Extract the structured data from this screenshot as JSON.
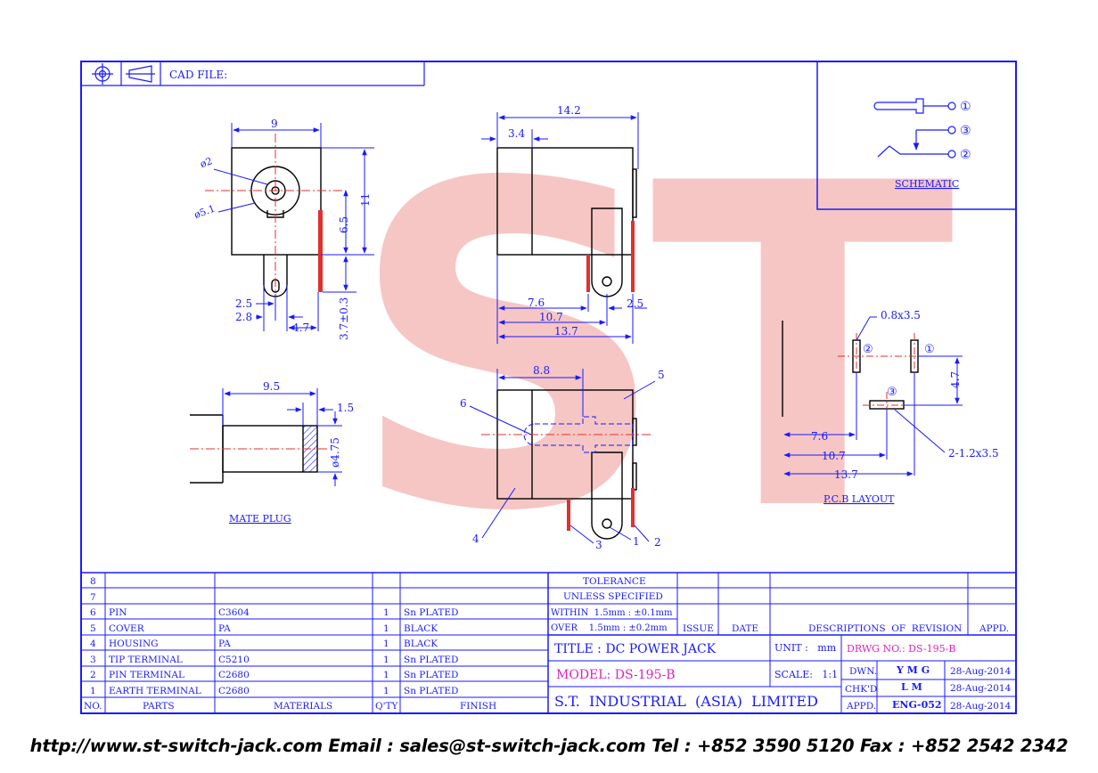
{
  "header": {
    "cad_file_label": "CAD FILE:"
  },
  "colors": {
    "line": "#1a1aff",
    "red": "#e03030",
    "magenta": "#e020c0",
    "watermark": "#f4b9b6"
  },
  "watermark": {
    "text": "ST"
  },
  "schematic": {
    "pins": [
      "①",
      "③",
      "②"
    ],
    "label": "SCHEMATIC"
  },
  "views": {
    "front": {
      "width": "9",
      "hole": "ø2",
      "outer": "ø5.1",
      "height": "11",
      "center": "6.5",
      "pin_len": "3.7±0.3",
      "d1": "2.5",
      "d2": "2.8",
      "d3": "4.7"
    },
    "side": {
      "top": "14.2",
      "offset": "3.4",
      "b1": "7.6",
      "b2": "10.7",
      "b3": "13.7",
      "b4": "2.5"
    },
    "plug": {
      "length": "9.5",
      "tip": "1.5",
      "dia": "ø4.75",
      "label": "MATE PLUG"
    },
    "assembly": {
      "len": "8.8",
      "callouts": [
        "1",
        "2",
        "3",
        "4",
        "5",
        "6"
      ]
    },
    "pcb": {
      "slot": "0.8x3.5",
      "pitch": "4.7",
      "d1": "7.6",
      "d2": "10.7",
      "d3": "13.7",
      "holes": "2-1.2x3.5",
      "pins": [
        "②",
        "①",
        "③"
      ],
      "label": "P.C.B LAYOUT"
    }
  },
  "bom": {
    "headers": {
      "no": "NO.",
      "parts": "PARTS",
      "materials": "MATERIALS",
      "qty": "Q'TY",
      "finish": "FINISH"
    },
    "rows": [
      {
        "no": "8",
        "part": "",
        "material": "",
        "qty": "",
        "finish": ""
      },
      {
        "no": "7",
        "part": "",
        "material": "",
        "qty": "",
        "finish": ""
      },
      {
        "no": "6",
        "part": "PIN",
        "material": "C3604",
        "qty": "1",
        "finish": "Sn PLATED"
      },
      {
        "no": "5",
        "part": "COVER",
        "material": "PA",
        "qty": "1",
        "finish": "BLACK"
      },
      {
        "no": "4",
        "part": "HOUSING",
        "material": "PA",
        "qty": "1",
        "finish": "BLACK"
      },
      {
        "no": "3",
        "part": "TIP TERMINAL",
        "material": "C5210",
        "qty": "1",
        "finish": "Sn PLATED"
      },
      {
        "no": "2",
        "part": "PIN TERMINAL",
        "material": "C2680",
        "qty": "1",
        "finish": "Sn PLATED"
      },
      {
        "no": "1",
        "part": "EARTH TERMINAL",
        "material": "C2680",
        "qty": "1",
        "finish": "Sn PLATED"
      }
    ]
  },
  "tolerance": {
    "line1": "TOLERANCE",
    "line2": "UNLESS  SPECIFIED",
    "within": "WITHIN  1.5mm : ±0.1mm",
    "over": "OVER    1.5mm : ±0.2mm"
  },
  "revision": {
    "issue": "ISSUE",
    "date": "DATE",
    "descriptions": "DESCRIPTIONS  OF  REVISION",
    "appd": "APPD."
  },
  "title_block": {
    "title": "TITLE : DC POWER JACK",
    "unit": "UNIT :   mm",
    "drwg_no": "DRWG NO.: DS-195-B",
    "model": "MODEL: DS-195-B",
    "scale": "SCALE:   1:1",
    "company": "S.T.  INDUSTRIAL  (ASIA)  LIMITED",
    "dwn_label": "DWN.",
    "dwn_name": "Y M G",
    "dwn_date": "28-Aug-2014",
    "chkd_label": "CHK'D",
    "chkd_name": "L M",
    "chkd_date": "28-Aug-2014",
    "appd_label": "APPD.",
    "appd_name": "ENG-052",
    "appd_date": "28-Aug-2014"
  },
  "footer": {
    "text": "http://www.st-switch-jack.com  Email : sales@st-switch-jack.com  Tel : +852 3590 5120  Fax : +852 2542 2342"
  }
}
